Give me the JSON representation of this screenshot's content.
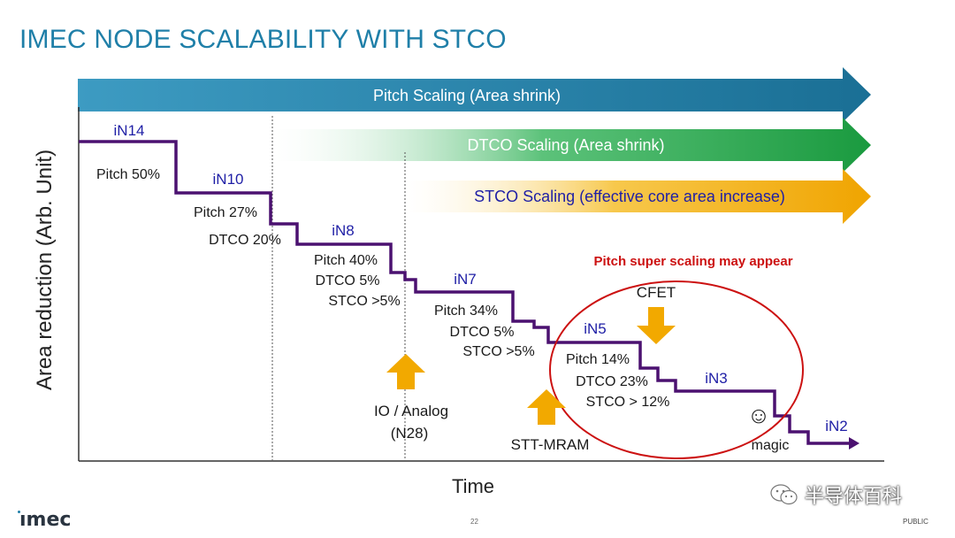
{
  "title": "IMEC NODE SCALABILITY WITH STCO",
  "arrows": {
    "pitch": "Pitch Scaling (Area shrink)",
    "dtco": "DTCO Scaling (Area shrink)",
    "stco": "STCO Scaling (effective core area increase)"
  },
  "axis": {
    "y_label": "Area reduction (Arb. Unit)",
    "x_label": "Time"
  },
  "nodes": {
    "iN14": "iN14",
    "iN10": "iN10",
    "iN8": "iN8",
    "iN7": "iN7",
    "iN5": "iN5",
    "iN3": "iN3",
    "iN2": "iN2"
  },
  "annotations": {
    "n14_pitch": "Pitch 50%",
    "n10_pitch": "Pitch 27%",
    "n10_dtco": "DTCO 20%",
    "n8_pitch": "Pitch 40%",
    "n8_dtco": "DTCO 5%",
    "n8_stco": "STCO >5%",
    "n7_pitch": "Pitch 34%",
    "n7_dtco": "DTCO 5%",
    "n7_stco": "STCO >5%",
    "n5_pitch": "Pitch 14%",
    "n5_dtco": "DTCO 23%",
    "n5_stco": "STCO > 12%",
    "super_scaling": "Pitch super scaling may appear",
    "cfet": "CFET",
    "io_analog_line1": "IO / Analog",
    "io_analog_line2": "(N28)",
    "stt_mram": "STT-MRAM",
    "magic": "magic",
    "smiley": "☺"
  },
  "footer": {
    "logo": "ımec",
    "page_number": "22",
    "public": "PUBLIC",
    "watermark": "半导体百科"
  },
  "colors": {
    "title": "#1f7fa8",
    "pitch_arrow": "#1e7fa6",
    "dtco_arrow": "#1fa247",
    "stco_arrow": "#f2a900",
    "step_line": "#4b1170",
    "node_label": "#1f1fa6",
    "highlight_red": "#cc1111",
    "up_arrow": "#f2a900"
  }
}
